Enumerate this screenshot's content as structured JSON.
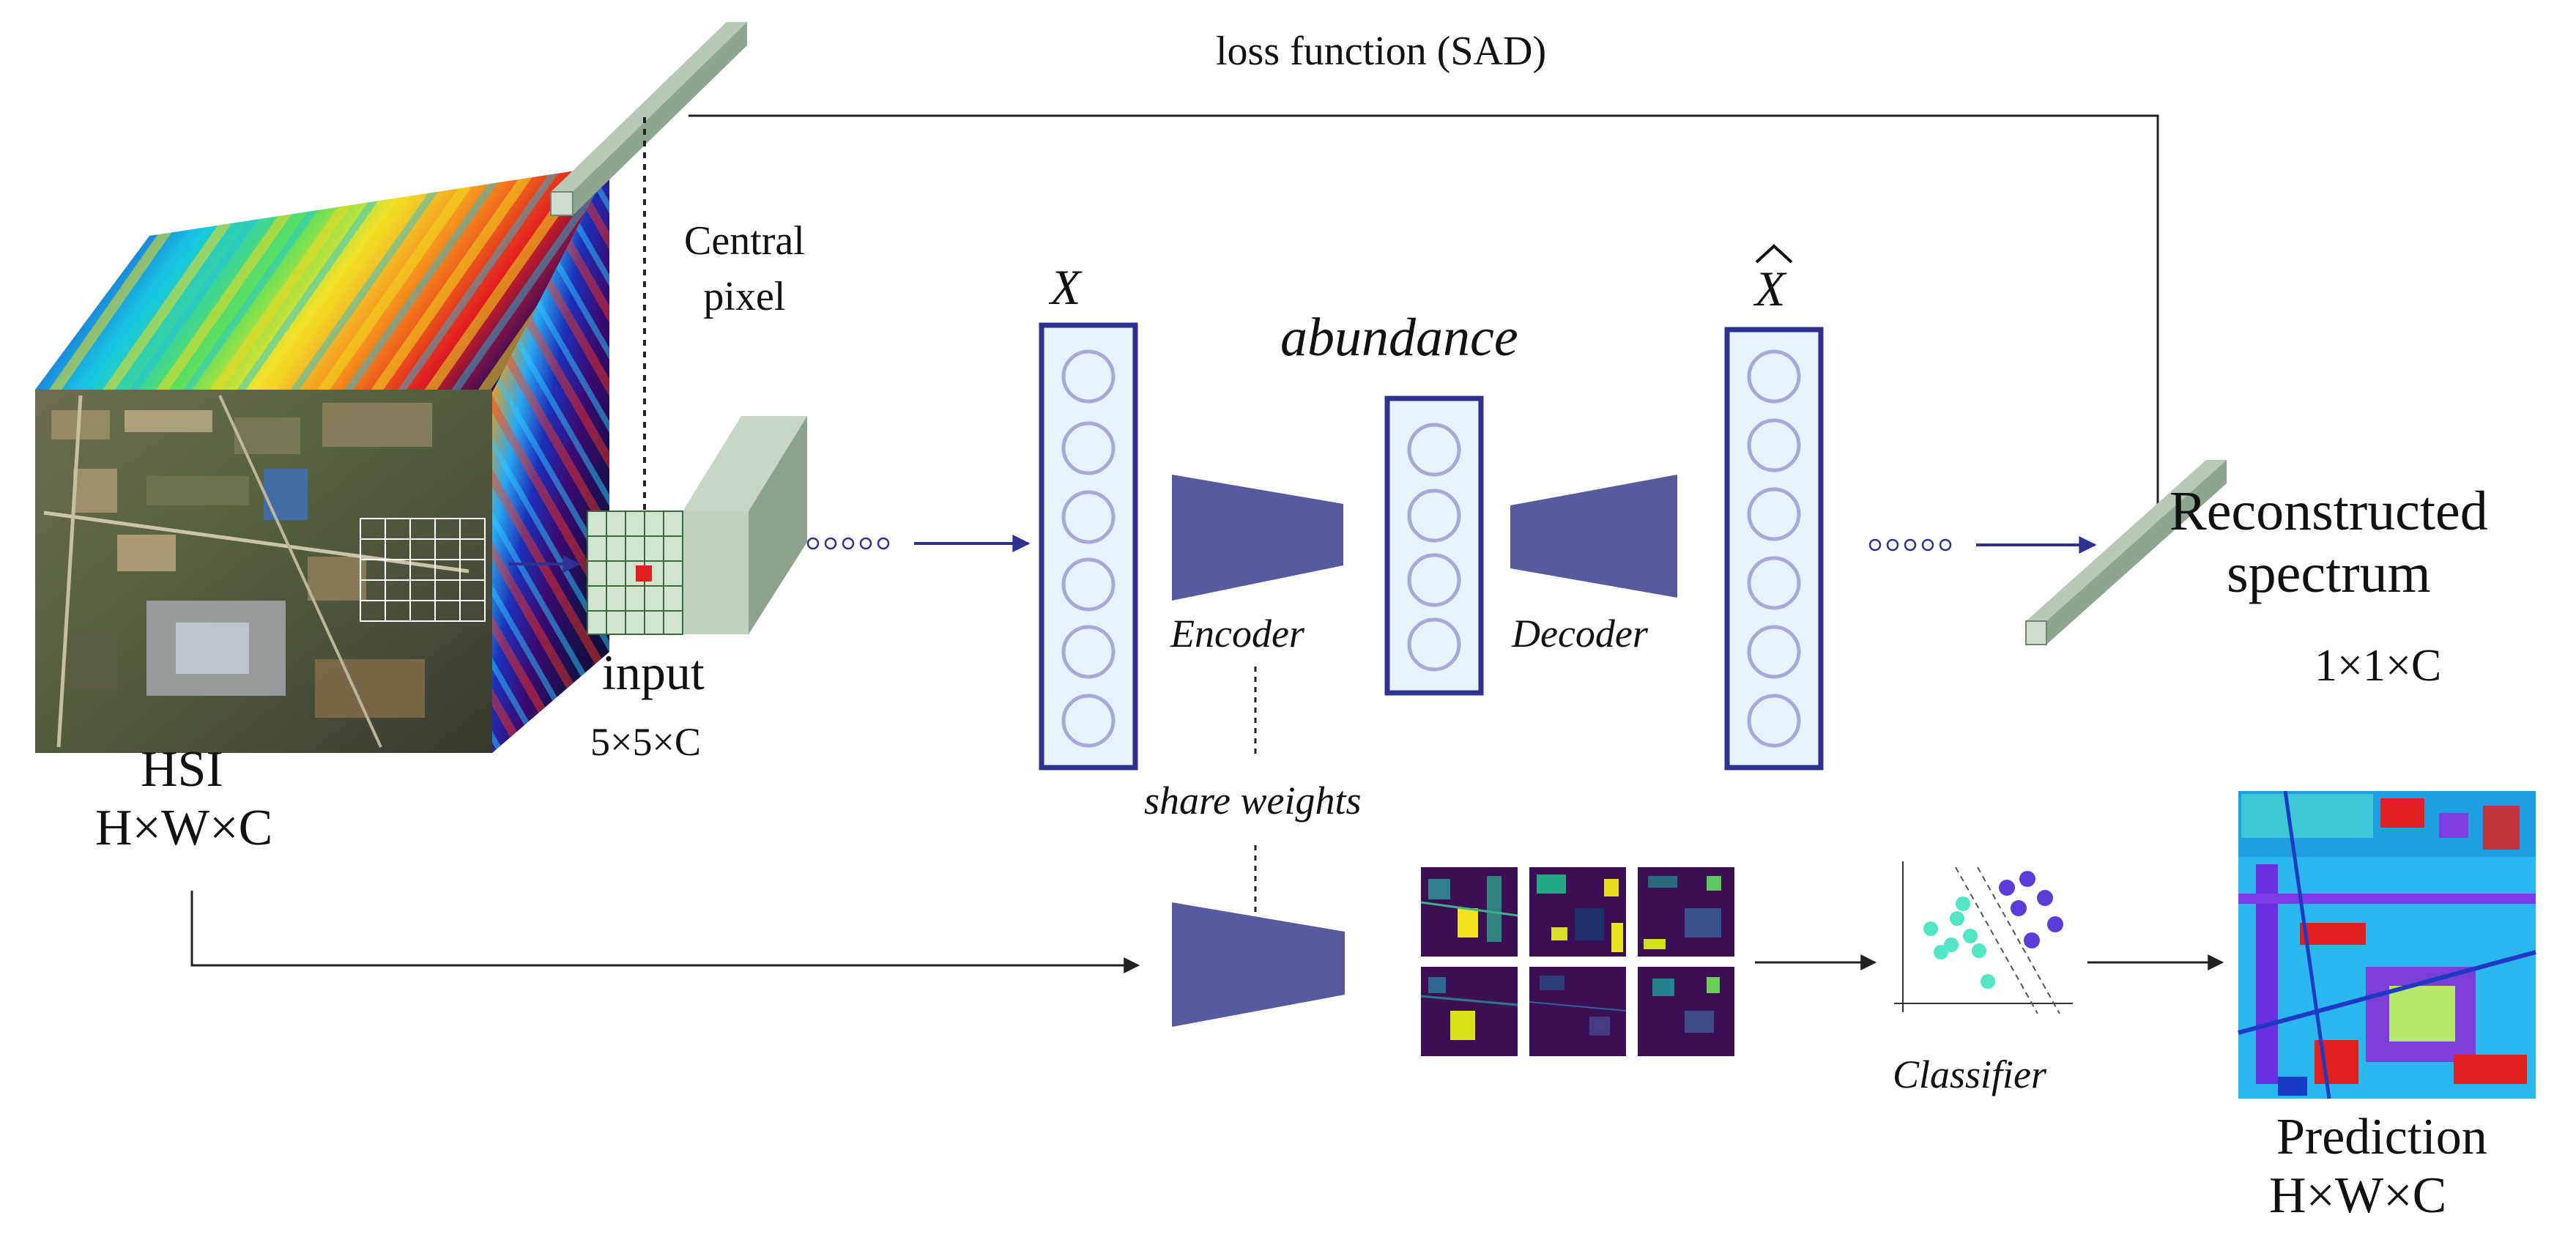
{
  "labels": {
    "loss": "loss function (SAD)",
    "central_pixel_line1": "Central",
    "central_pixel_line2": "pixel",
    "x_symbol": "X",
    "xhat_symbol": "X",
    "abundance": "abundance",
    "encoder": "Encoder",
    "decoder": "Decoder",
    "share_weights": "share weights",
    "input": "input",
    "input_dims": "5×5×C",
    "hsi": "HSI",
    "hsi_dims": "H×W×C",
    "reconstructed_line1": "Reconstructed",
    "reconstructed_line2": "spectrum",
    "reconstructed_dims": "1×1×C",
    "classifier": "Classifier",
    "prediction": "Prediction",
    "prediction_dims": "H×W×C"
  },
  "colors": {
    "block_fill": "#e6f3fb",
    "block_border": "#2e3192",
    "neuron_stroke": "#a9a9d9",
    "trapezoid": "#585aa0",
    "arrow_blue": "#2e3192",
    "bar_dark": "#8fa48f",
    "bar_light": "#c7d6c7",
    "teal": "#52e6c2",
    "purple": "#5b3cd8"
  }
}
